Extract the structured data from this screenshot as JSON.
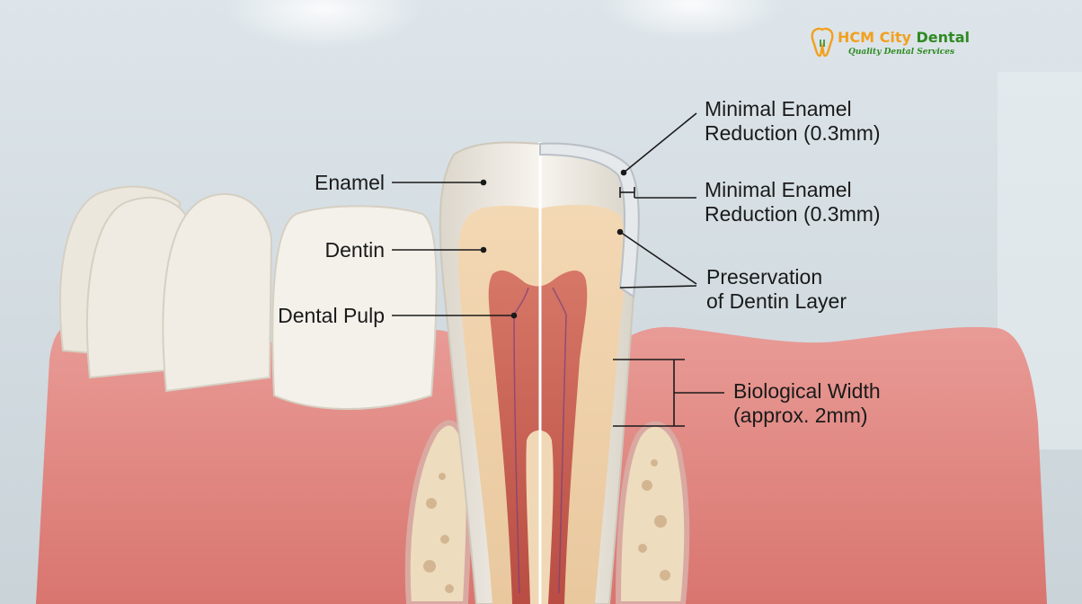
{
  "brand": {
    "name_part1": "HCM City",
    "name_part2": "Dental",
    "tagline": "Quality Dental Services",
    "logo_icon": "tooth-logo-icon",
    "colors": {
      "orange": "#f2a01c",
      "green": "#2f8a22"
    }
  },
  "labels": {
    "enamel": "Enamel",
    "dentin": "Dentin",
    "pulp": "Dental Pulp",
    "reduction_a": [
      "Minimal Enamel",
      "Reduction (0.3mm)"
    ],
    "reduction_b": [
      "Minimal Enamel",
      "Reduction (0.3mm)"
    ],
    "preservation": [
      "Preservation",
      "of Dentin Layer"
    ],
    "biological_width": [
      "Biological Width",
      "(approx. 2mm)"
    ]
  },
  "colors": {
    "gum": "#e48c88",
    "enamel": "#f4f1ea",
    "dentin": "#f0d3ac",
    "pulp": "#c85c4f",
    "bone": "#ecdcbc",
    "background": "#dfe7ec"
  }
}
